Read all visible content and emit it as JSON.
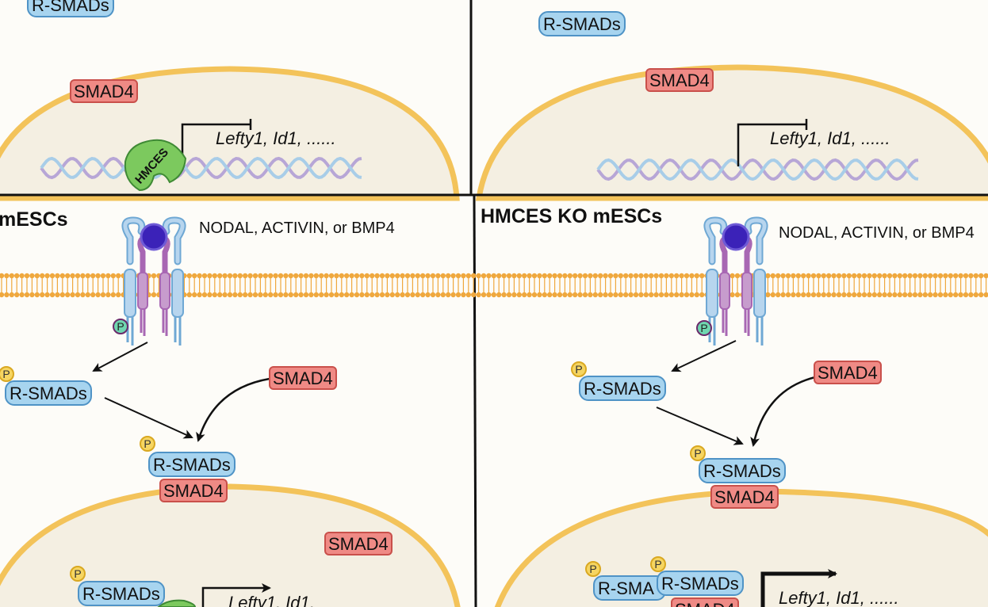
{
  "panels": {
    "bottom_left": {
      "title": "mESCs",
      "ligand": "NODAL, ACTIVIN, or BMP4"
    },
    "bottom_right": {
      "title": "HMCES KO mESCs",
      "ligand": "NODAL, ACTIVIN, or BMP4"
    }
  },
  "proteins": {
    "r_smads": "R-SMADs",
    "r_smads_partial": "R-SMA",
    "smad4": "SMAD4",
    "hmces": "HMCES",
    "phospho": "P"
  },
  "genes": {
    "target_full": "Lefty1, Id1, ......",
    "target_cut": "Lefty1, Id1,"
  },
  "colors": {
    "membrane": "#efa83e",
    "nucleus_fill": "#f4efe2",
    "nucleus_border": "#f3c35a",
    "r_smads": "#a7d4ef",
    "smad4": "#ef8a85",
    "hmces": "#7cc95e",
    "ligand": "#3b22b8"
  }
}
